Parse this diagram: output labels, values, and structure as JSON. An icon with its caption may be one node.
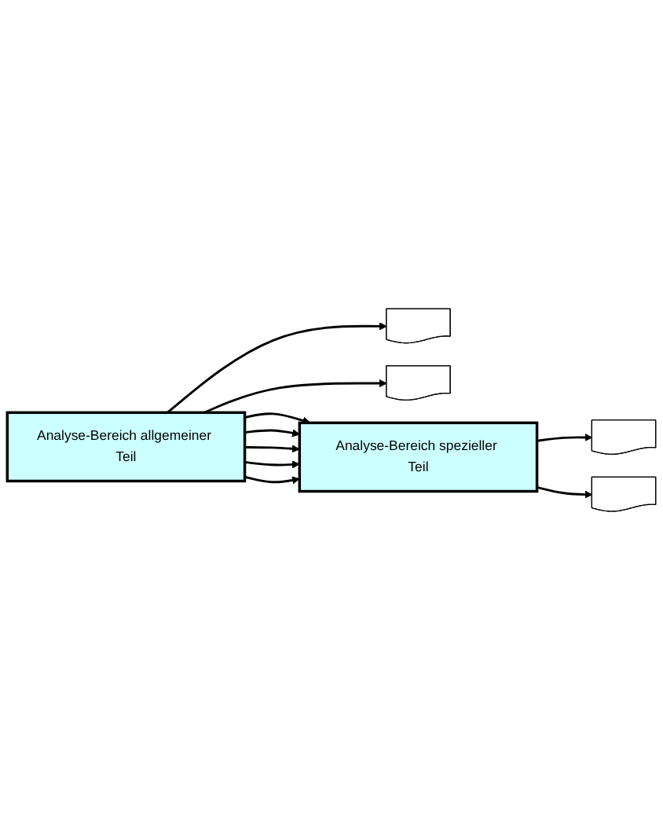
{
  "diagram": {
    "nodes": [
      {
        "text": [
          "Analyse-Bereich allgemeiner Teil"
        ]
      },
      {
        "text": [],
        "shape": "document"
      },
      {
        "text": [],
        "shape": "document"
      },
      {
        "text": [
          "Analyse-Bereich spezieller Teil"
        ]
      },
      {
        "text": [],
        "shape": "document"
      },
      {
        "text": [],
        "shape": "document"
      }
    ],
    "edges": [
      {
        "from": 0,
        "to": 1,
        "arrow": "to"
      },
      {
        "from": 0,
        "to": 2,
        "arrow": "to"
      },
      {
        "from": 0,
        "to": 3,
        "arrow": "to"
      },
      {
        "from": 0,
        "to": 3,
        "arrow": "to"
      },
      {
        "from": 0,
        "to": 3,
        "arrow": "to"
      },
      {
        "from": 0,
        "to": 3,
        "arrow": "to"
      },
      {
        "from": 0,
        "to": 3,
        "arrow": "to"
      },
      {
        "from": 3,
        "to": 4,
        "arrow": "to"
      },
      {
        "from": 3,
        "to": 5,
        "arrow": "to"
      }
    ]
  }
}
